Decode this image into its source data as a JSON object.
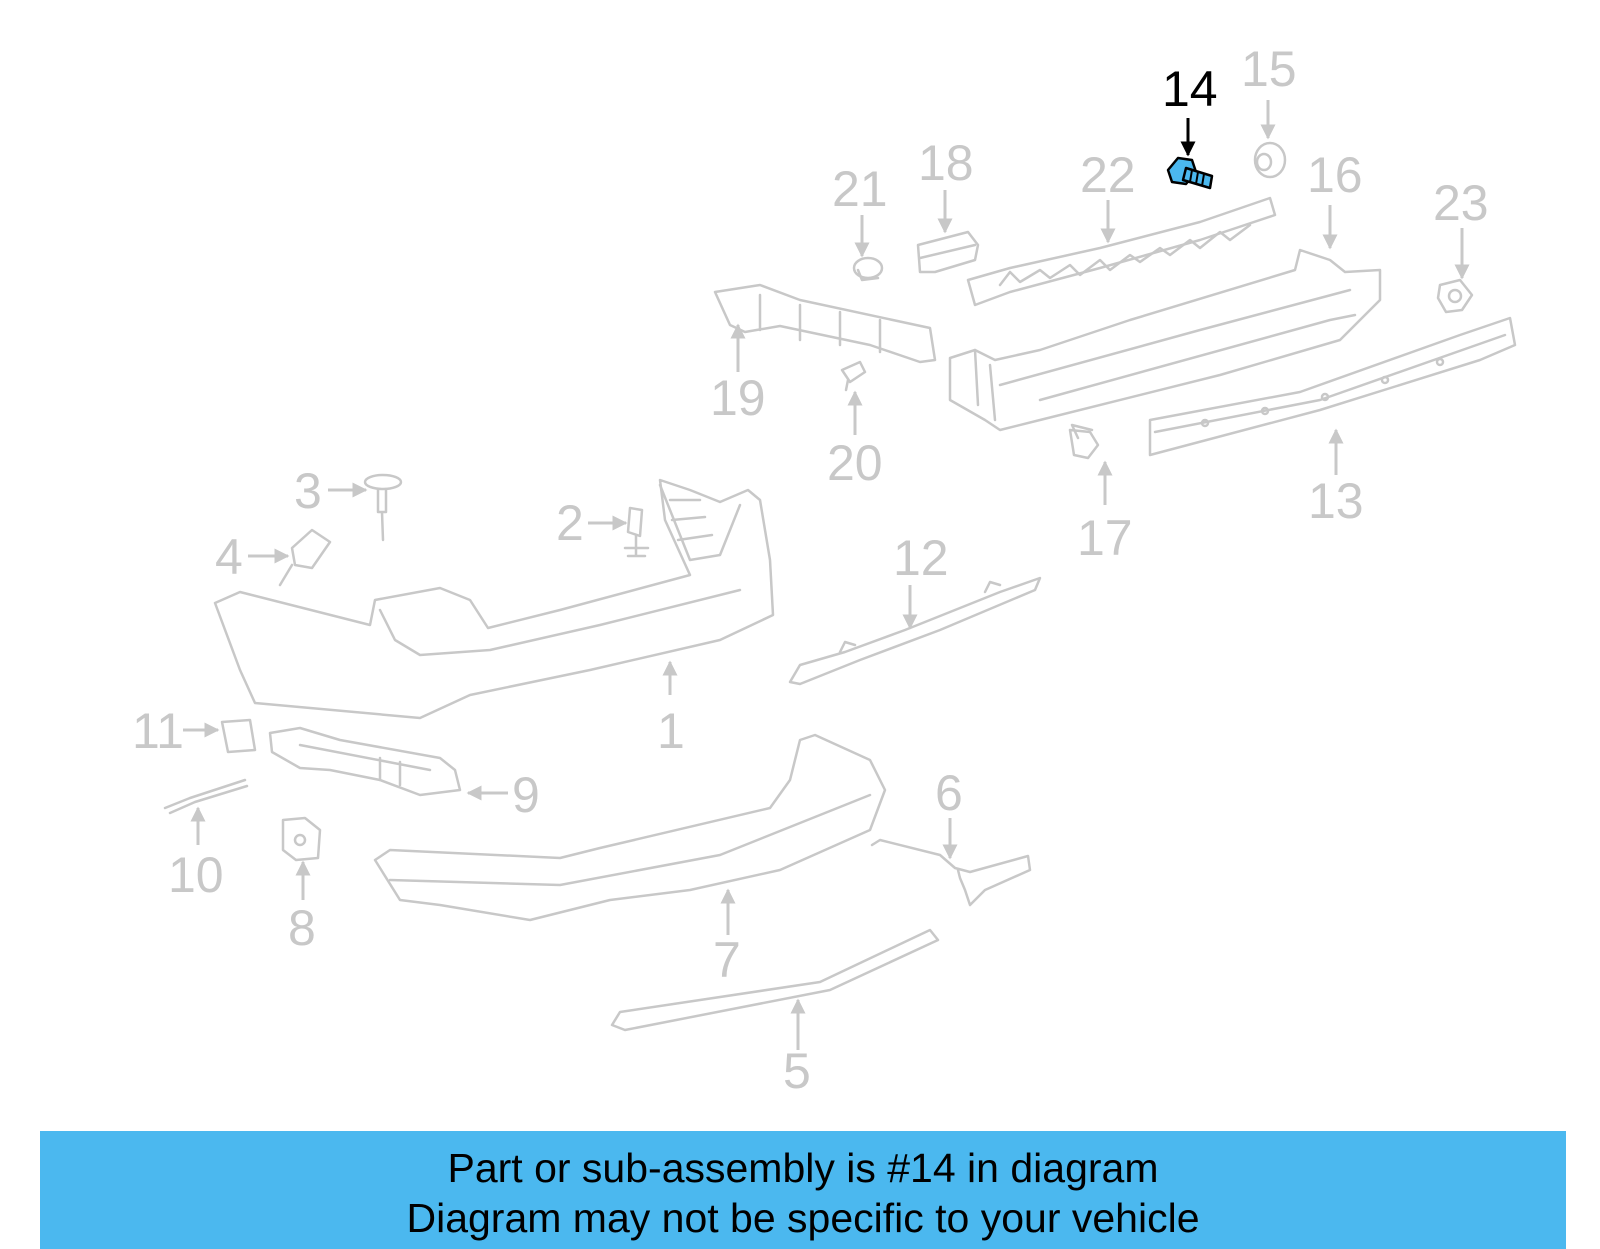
{
  "highlight_color": "#4bb8ef",
  "muted_color": "#c8c8c8",
  "active_callout_color": "#000000",
  "selected_part": "14",
  "callouts": [
    {
      "id": "c1",
      "label": "1"
    },
    {
      "id": "c2",
      "label": "2"
    },
    {
      "id": "c3",
      "label": "3"
    },
    {
      "id": "c4",
      "label": "4"
    },
    {
      "id": "c5",
      "label": "5"
    },
    {
      "id": "c6",
      "label": "6"
    },
    {
      "id": "c7",
      "label": "7"
    },
    {
      "id": "c8",
      "label": "8"
    },
    {
      "id": "c9",
      "label": "9"
    },
    {
      "id": "c10",
      "label": "10"
    },
    {
      "id": "c11",
      "label": "11"
    },
    {
      "id": "c12",
      "label": "12"
    },
    {
      "id": "c13",
      "label": "13"
    },
    {
      "id": "c14",
      "label": "14"
    },
    {
      "id": "c15",
      "label": "15"
    },
    {
      "id": "c16",
      "label": "16"
    },
    {
      "id": "c17",
      "label": "17"
    },
    {
      "id": "c18",
      "label": "18"
    },
    {
      "id": "c19",
      "label": "19"
    },
    {
      "id": "c20",
      "label": "20"
    },
    {
      "id": "c21",
      "label": "21"
    },
    {
      "id": "c22",
      "label": "22"
    },
    {
      "id": "c23",
      "label": "23"
    }
  ],
  "banner": {
    "line1": "Part or sub-assembly is #14 in diagram",
    "line2": "Diagram may not be specific to your vehicle"
  }
}
